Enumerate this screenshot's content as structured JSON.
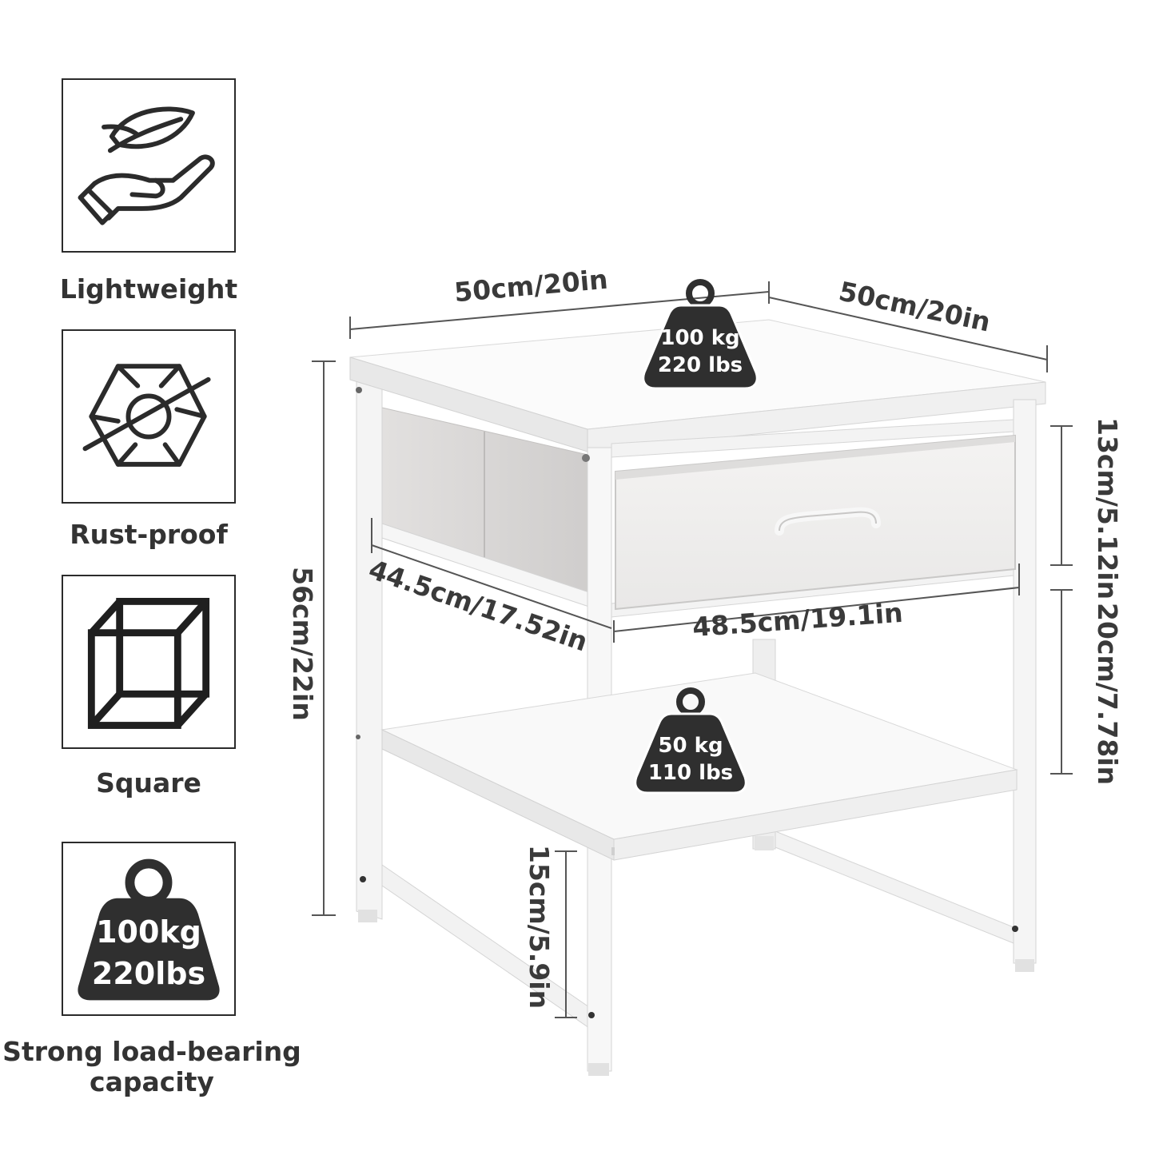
{
  "features": [
    {
      "label": "Lightweight",
      "icon": "leaf-hand-icon"
    },
    {
      "label": "Rust-proof",
      "icon": "rust-proof-hexagon-icon"
    },
    {
      "label": "Square",
      "icon": "cube-icon"
    },
    {
      "label": "Strong load-bearing capacity",
      "icon": "weight-icon",
      "weight_kg": "100kg",
      "weight_lbs": "220lbs"
    }
  ],
  "dimensions": {
    "top_width": "50cm/20in",
    "top_depth": "50cm/20in",
    "height": "56cm/22in",
    "drawer_height": "13cm/5.12in",
    "shelf_gap": "20cm/7.78in",
    "inner_depth": "44.5cm/17.52in",
    "drawer_width": "48.5cm/19.1in",
    "leg_clearance": "15cm/5.9in"
  },
  "loads": {
    "top": {
      "kg": "100 kg",
      "lbs": "220 lbs"
    },
    "shelf": {
      "kg": "50 kg",
      "lbs": "110 lbs"
    }
  },
  "colors": {
    "icon_stroke": "#2b2b2b",
    "weight_fill": "#2f2f2f",
    "text": "#333333",
    "dimension_line": "#555555"
  }
}
